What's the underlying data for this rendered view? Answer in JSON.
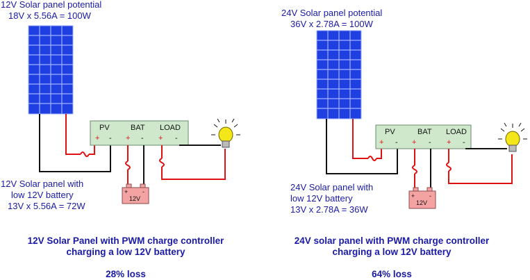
{
  "colors": {
    "text": "#1a1aa6",
    "panel_cell": "#1f3fe0",
    "panel_grid": "#9fb2ff",
    "controller_fill": "#cfe8cc",
    "battery_fill": "#f4a3a3",
    "wire_red": "#e01010",
    "wire_black": "#111111",
    "bulb": "#f3e71a"
  },
  "left": {
    "potential_title": "12V Solar panel potential",
    "potential_formula": "18V x 5.56A = 100W",
    "controller": {
      "pv": "PV",
      "bat": "BAT",
      "load": "LOAD"
    },
    "battery_label": "12V",
    "actual_line1": "12V Solar panel with",
    "actual_line2": "low 12V battery",
    "actual_line3": "13V x 5.56A = 72W",
    "caption_line1": "12V Solar Panel with PWM charge controller",
    "caption_line2": "charging a low 12V battery",
    "loss": "28% loss"
  },
  "right": {
    "potential_title": "24V Solar panel potential",
    "potential_formula": "36V x 2.78A = 100W",
    "controller": {
      "pv": "PV",
      "bat": "BAT",
      "load": "LOAD"
    },
    "battery_label": "12V",
    "actual_line1": "24V Solar panel with",
    "actual_line2": "low 12V battery",
    "actual_line3": "13V x 2.78A = 36W",
    "caption_line1": "24V solar panel with PWM charge controller",
    "caption_line2": "charging a low 12V battery",
    "loss": "64% loss"
  }
}
